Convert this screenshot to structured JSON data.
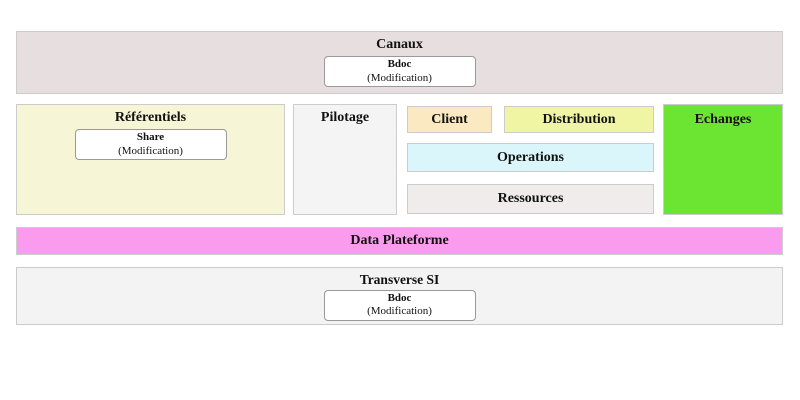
{
  "colors": {
    "canaux_bg": "#e7dfdf",
    "referentiels_bg": "#f6f6d6",
    "pilotage_bg": "#f5f4f4",
    "client_bg": "#fbeac1",
    "distribution_bg": "#f0f5a3",
    "operations_bg": "#dbf6fa",
    "ressources_bg": "#f0ecec",
    "echanges_bg": "#6ce432",
    "data_plateforme_bg": "#fb9bee",
    "transverse_bg": "#f4f3f3"
  },
  "blocks": {
    "canaux": {
      "title": "Canaux",
      "box": {
        "title": "Bdoc",
        "subtitle": "(Modification)"
      }
    },
    "referentiels": {
      "title": "Référentiels",
      "box": {
        "title": "Share",
        "subtitle": "(Modification)"
      }
    },
    "pilotage": {
      "title": "Pilotage"
    },
    "client": {
      "title": "Client"
    },
    "distribution": {
      "title": "Distribution"
    },
    "operations": {
      "title": "Operations"
    },
    "ressources": {
      "title": "Ressources"
    },
    "echanges": {
      "title": "Echanges"
    },
    "data_plateforme": {
      "title": "Data Plateforme"
    },
    "transverse": {
      "title": "Transverse SI",
      "box": {
        "title": "Bdoc",
        "subtitle": "(Modification)"
      }
    }
  }
}
